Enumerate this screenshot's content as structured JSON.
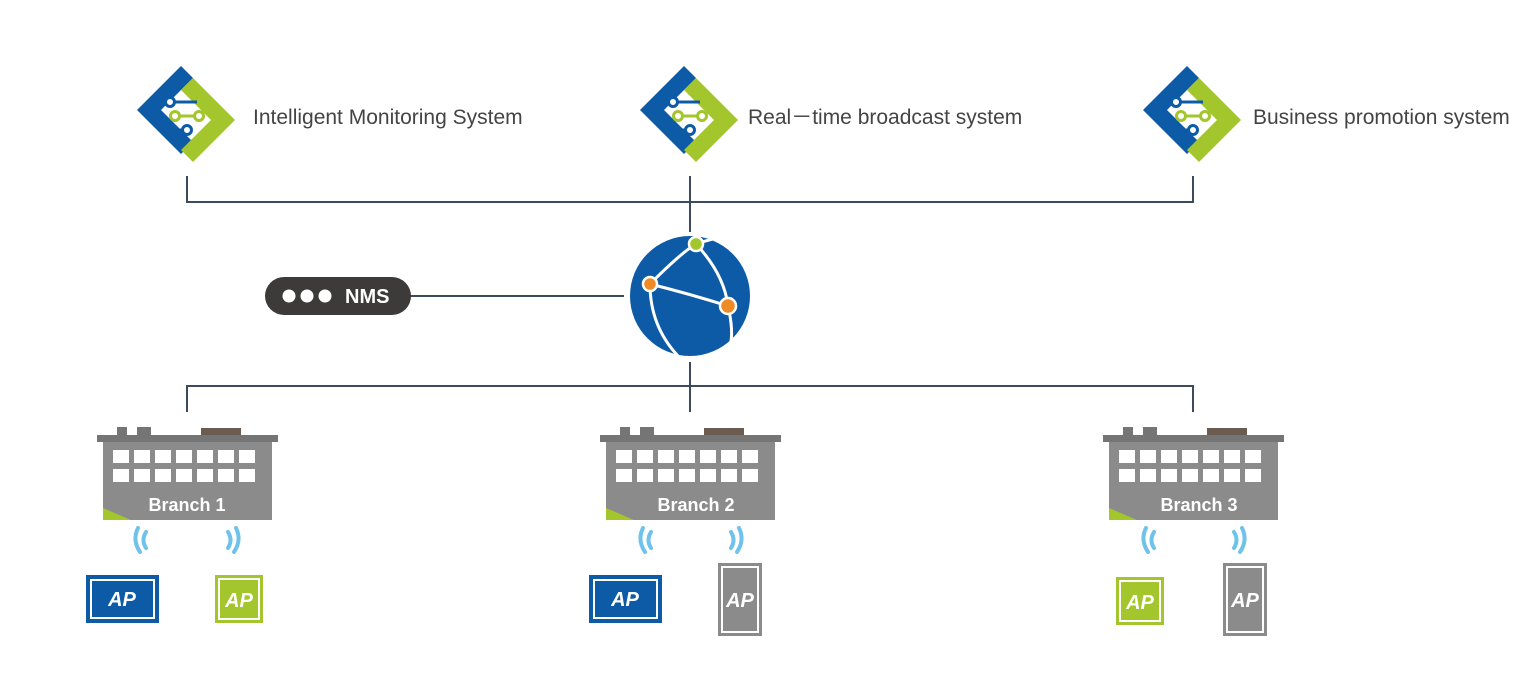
{
  "systems": [
    {
      "label": "Intelligent Monitoring System",
      "icon": "system-module-icon"
    },
    {
      "label": "Real－time broadcast system",
      "icon": "system-module-icon"
    },
    {
      "label": "Business promotion system",
      "icon": "system-module-icon"
    }
  ],
  "nms": {
    "label": "NMS",
    "icon": "dots-icon"
  },
  "hub": {
    "icon": "globe-network-icon"
  },
  "branches": [
    {
      "label": "Branch 1",
      "aps": [
        {
          "label": "AP",
          "kind": "panel-blue"
        },
        {
          "label": "AP",
          "kind": "panel-green"
        }
      ]
    },
    {
      "label": "Branch 2",
      "aps": [
        {
          "label": "AP",
          "kind": "panel-blue"
        },
        {
          "label": "AP",
          "kind": "tower-gray"
        }
      ]
    },
    {
      "label": "Branch 3",
      "aps": [
        {
          "label": "AP",
          "kind": "panel-green"
        },
        {
          "label": "AP",
          "kind": "tower-gray"
        }
      ]
    }
  ],
  "colors": {
    "blue": "#0d5ba6",
    "green": "#a2c62b",
    "gray": "#8b8b8b",
    "dark_gray": "#757575",
    "line": "#3b4a5c",
    "wifi": "#6fc3ea",
    "node_orange": "#f08a24",
    "pill": "#3d3a3a"
  }
}
